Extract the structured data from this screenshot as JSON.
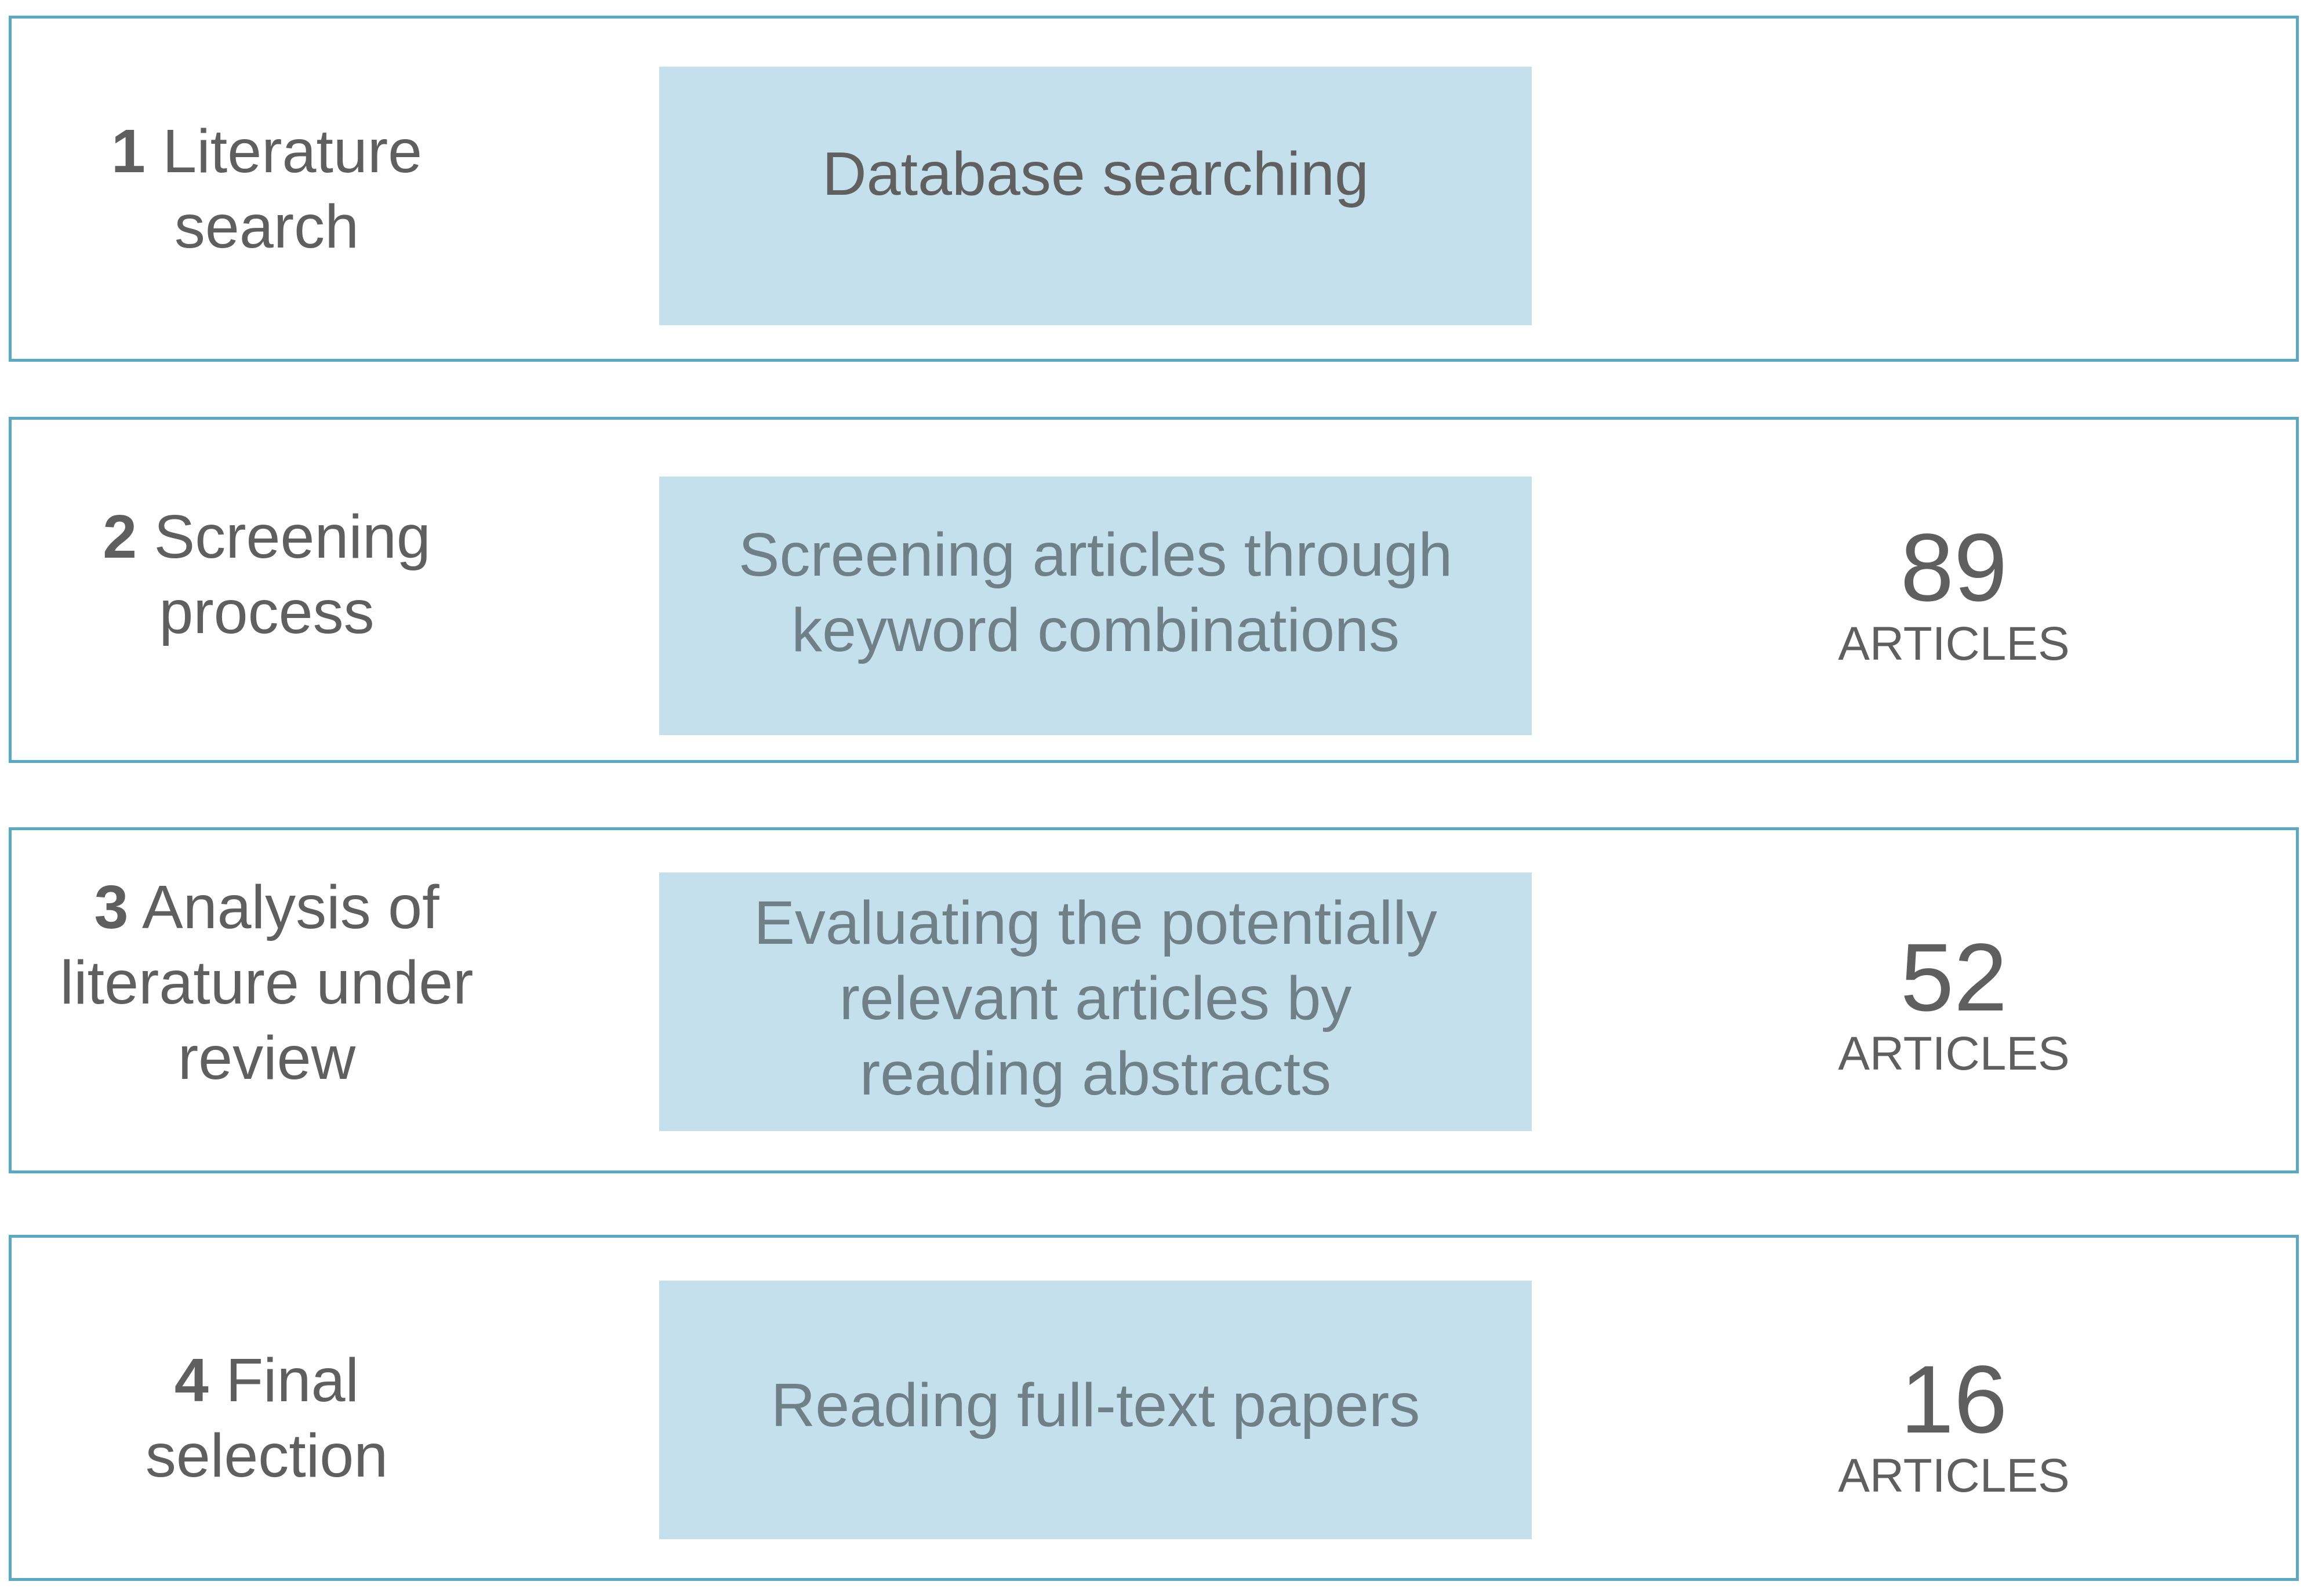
{
  "stages": [
    {
      "number": "1",
      "label_line1": "Literature",
      "label_line2": "search",
      "label_line3": "",
      "process_line1": "Database searching",
      "process_line2": "",
      "process_line3": "",
      "count": "",
      "count_unit": ""
    },
    {
      "number": "2",
      "label_line1": "Screening",
      "label_line2": "process",
      "label_line3": "",
      "process_line1": "Screening articles through",
      "process_line2": "keyword combinations",
      "process_line3": "",
      "count": "89",
      "count_unit": "ARTICLES"
    },
    {
      "number": "3",
      "label_line1": "Analysis of",
      "label_line2": "literature under",
      "label_line3": "review",
      "process_line1": "Evaluating the potentially",
      "process_line2": "relevant articles by",
      "process_line3": "reading abstracts",
      "count": "52",
      "count_unit": "ARTICLES"
    },
    {
      "number": "4",
      "label_line1": "Final",
      "label_line2": "selection",
      "label_line3": "",
      "process_line1": "Reading full-text papers",
      "process_line2": "",
      "process_line3": "",
      "count": "16",
      "count_unit": "ARTICLES"
    }
  ]
}
